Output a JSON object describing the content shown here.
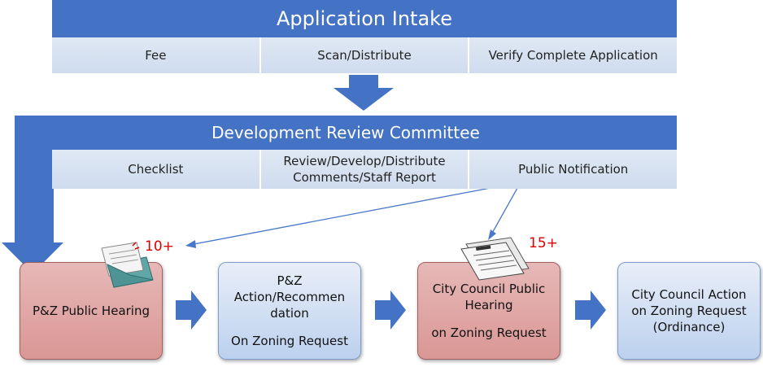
{
  "intake": {
    "title": "Application Intake",
    "steps": [
      "Fee",
      "Scan/Distribute",
      "Verify Complete Application"
    ]
  },
  "drc": {
    "title": "Development Review Committee",
    "steps": [
      "Checklist",
      "Review/Develop/Distribute\nComments/Staff Report",
      "Public Notification"
    ]
  },
  "stages": [
    {
      "line1": "P&Z Public Hearing",
      "line2": ""
    },
    {
      "line1": "P&Z\nAction/Recommen\ndation",
      "line2": "On Zoning Request"
    },
    {
      "line1": "City Council Public\nHearing",
      "line2": "on Zoning Request"
    },
    {
      "line1": "City Council Action\non Zoning Request\n(Ordinance)",
      "line2": ""
    }
  ],
  "notices": {
    "pz_days": "10+",
    "council_days": "15+"
  },
  "colors": {
    "banner": "#4472c4",
    "arrow": "#4472c4",
    "hearing": "#e6b8b7",
    "action": "#c6d9f1",
    "notice_text": "#e00000"
  }
}
